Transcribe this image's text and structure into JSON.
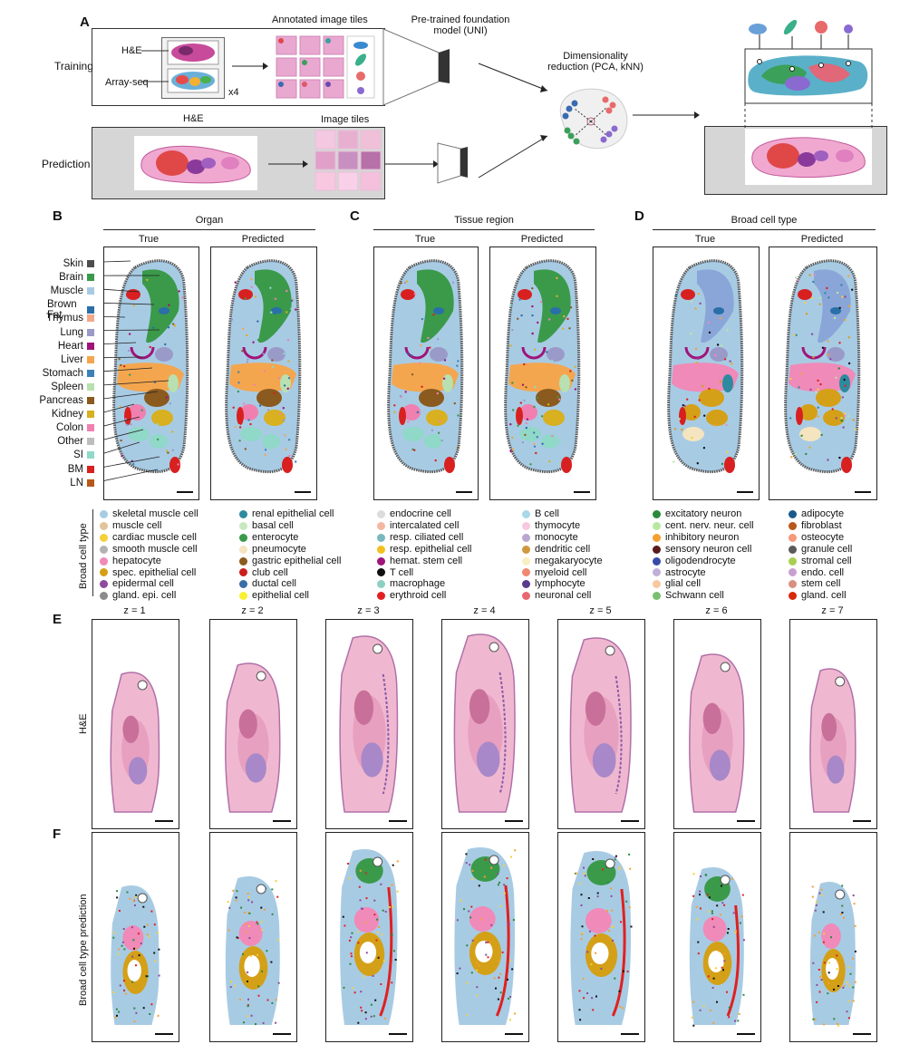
{
  "panel_labels": {
    "a": "A",
    "b": "B",
    "c": "C",
    "d": "D",
    "e": "E",
    "f": "F"
  },
  "panel_a": {
    "training_label": "Training",
    "prediction_label": "Prediction",
    "he_label": "H&E",
    "arrayseq_label": "Array-seq",
    "x4_label": "x4",
    "annotated_tiles_label": "Annotated image tiles",
    "image_tiles_label": "Image tiles",
    "he_top_label": "H&E",
    "model_label_1": "Pre-trained foundation",
    "model_label_2": "model (UNI)",
    "dimred_label_1": "Dimensionality",
    "dimred_label_2": "reduction (PCA, kNN)"
  },
  "panel_b": {
    "title": "Organ",
    "true_label": "True",
    "pred_label": "Predicted"
  },
  "panel_c": {
    "title": "Tissue region",
    "true_label": "True",
    "pred_label": "Predicted"
  },
  "panel_d": {
    "title": "Broad cell type",
    "true_label": "True",
    "pred_label": "Predicted"
  },
  "organs": [
    {
      "label": "Skin",
      "color": "#4d4d4d"
    },
    {
      "label": "Brain",
      "color": "#3a9a4a"
    },
    {
      "label": "Muscle",
      "color": "#a8cbe4"
    },
    {
      "label": "Brown Fat",
      "color": "#2a6fa8"
    },
    {
      "label": "Thymus",
      "color": "#f2a98a"
    },
    {
      "label": "Lung",
      "color": "#9a9ac8"
    },
    {
      "label": "Heart",
      "color": "#a0147a"
    },
    {
      "label": "Liver",
      "color": "#f4a64e"
    },
    {
      "label": "Stomach",
      "color": "#3c82b8"
    },
    {
      "label": "Spleen",
      "color": "#b8e0b0"
    },
    {
      "label": "Pancreas",
      "color": "#8a5a1e"
    },
    {
      "label": "Kidney",
      "color": "#d8b020"
    },
    {
      "label": "Colon",
      "color": "#f080b0"
    },
    {
      "label": "Other",
      "color": "#bdbdbd"
    },
    {
      "label": "SI",
      "color": "#90d8c8"
    },
    {
      "label": "BM",
      "color": "#d82020"
    },
    {
      "label": "LN",
      "color": "#b85818"
    }
  ],
  "celltype_legend_title": "Broad cell type",
  "celltype_columns": [
    [
      {
        "label": "skeletal muscle cell",
        "color": "#a8cbe4"
      },
      {
        "label": "muscle cell",
        "color": "#e2c49c"
      },
      {
        "label": "cardiac muscle cell",
        "color": "#f4d03a"
      },
      {
        "label": "smooth muscle cell",
        "color": "#b2b2b2"
      },
      {
        "label": "hepatocyte",
        "color": "#f08ab8"
      },
      {
        "label": "spec. epithelial cell",
        "color": "#d4a017"
      },
      {
        "label": "epidermal cell",
        "color": "#8e4a9e"
      },
      {
        "label": "gland. epi. cell",
        "color": "#8c8c8c"
      }
    ],
    [
      {
        "label": "renal epithelial cell",
        "color": "#2e8a9e"
      },
      {
        "label": "basal cell",
        "color": "#c8e8c0"
      },
      {
        "label": "enterocyte",
        "color": "#3a9a4a"
      },
      {
        "label": "pneumocyte",
        "color": "#f4e4c0"
      },
      {
        "label": "gastric epithelial cell",
        "color": "#8a5a1e"
      },
      {
        "label": "club cell",
        "color": "#c81e1e"
      },
      {
        "label": "ductal cell",
        "color": "#3c6ea8"
      },
      {
        "label": "epithelial cell",
        "color": "#f8f030"
      }
    ],
    [
      {
        "label": "endocrine cell",
        "color": "#dcdcdc"
      },
      {
        "label": "intercalated cell",
        "color": "#f4b8a0"
      },
      {
        "label": "resp. ciliated cell",
        "color": "#7ab8c0"
      },
      {
        "label": "resp. epithelial cell",
        "color": "#f4c020"
      },
      {
        "label": "hemat. stem cell",
        "color": "#a0147a"
      },
      {
        "label": "T cell",
        "color": "#101010"
      },
      {
        "label": "macrophage",
        "color": "#8ed0c0"
      },
      {
        "label": "erythroid cell",
        "color": "#e02020"
      }
    ],
    [
      {
        "label": "B cell",
        "color": "#a8d8e8"
      },
      {
        "label": "thymocyte",
        "color": "#f8c8e0"
      },
      {
        "label": "monocyte",
        "color": "#b8a8d0"
      },
      {
        "label": "dendritic cell",
        "color": "#d09840"
      },
      {
        "label": "megakaryocyte",
        "color": "#f8f0c0"
      },
      {
        "label": "myeloid cell",
        "color": "#f08870"
      },
      {
        "label": "lymphocyte",
        "color": "#5a3a8a"
      },
      {
        "label": "neuronal cell",
        "color": "#e86870"
      }
    ],
    [
      {
        "label": "excitatory neuron",
        "color": "#2a8a3a"
      },
      {
        "label": "cent. nerv. neur. cell",
        "color": "#b8e8a0"
      },
      {
        "label": "inhibitory neuron",
        "color": "#f4a030"
      },
      {
        "label": "sensory neuron cell",
        "color": "#5a1a1a"
      },
      {
        "label": "oligodendrocyte",
        "color": "#3a4aa8"
      },
      {
        "label": "astrocyte",
        "color": "#c0b0d8"
      },
      {
        "label": "glial cell",
        "color": "#f8c8a0"
      },
      {
        "label": "Schwann cell",
        "color": "#78c070"
      }
    ],
    [
      {
        "label": "adipocyte",
        "color": "#1a5a8a"
      },
      {
        "label": "fibroblast",
        "color": "#b85818"
      },
      {
        "label": "osteocyte",
        "color": "#f89878"
      },
      {
        "label": "granule cell",
        "color": "#5a5a5a"
      },
      {
        "label": "stromal cell",
        "color": "#a8d050"
      },
      {
        "label": "endo. cell",
        "color": "#c8a0d0"
      },
      {
        "label": "stem cell",
        "color": "#d89080"
      },
      {
        "label": "gland. cell",
        "color": "#d82808"
      }
    ]
  ],
  "panel_e": {
    "ylabel": "H&E",
    "z_labels": [
      "z = 1",
      "z = 2",
      "z = 3",
      "z = 4",
      "z = 5",
      "z = 6",
      "z = 7"
    ]
  },
  "panel_f": {
    "ylabel": "Broad cell type prediction"
  }
}
